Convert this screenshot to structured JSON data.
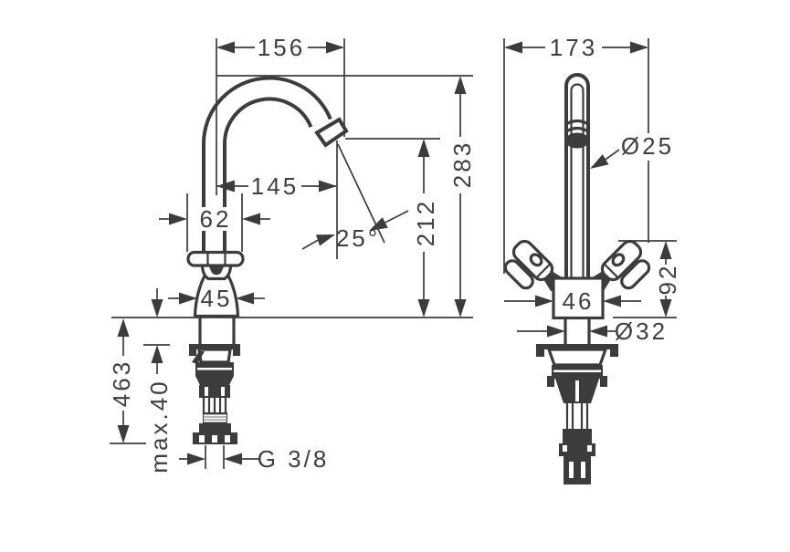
{
  "colors": {
    "line": "#3c3c3c",
    "text": "#3f3f3f",
    "background": "#ffffff"
  },
  "side_view": {
    "labels": {
      "spout_reach_top": "156",
      "spout_reach_outlet": "145",
      "handle_width": "62",
      "base_width": "45",
      "spray_angle": "25°",
      "outlet_height": "212",
      "overall_height": "283",
      "below_deck_length": "463",
      "max_deck_thickness": "max.40",
      "supply_thread": "G 3/8"
    }
  },
  "front_view": {
    "labels": {
      "overall_width": "173",
      "spout_diameter": "Ø25",
      "handle_height": "92",
      "body_width": "46",
      "shank_diameter": "Ø32"
    }
  }
}
